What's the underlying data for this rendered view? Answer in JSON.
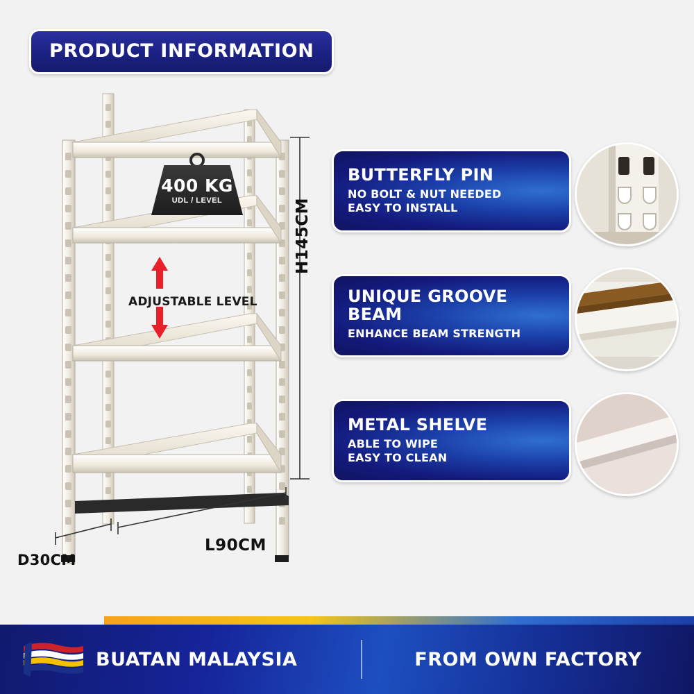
{
  "header": {
    "title": "PRODUCT INFORMATION"
  },
  "product_image": {
    "weight_tag": {
      "value": "400 KG",
      "sub": "UDL / LEVEL",
      "icon": "weight-hook-icon"
    },
    "adjustable_label": "ADJUSTABLE LEVEL",
    "dimensions": {
      "height": "H145CM",
      "length": "L90CM",
      "depth": "D30CM"
    }
  },
  "features": [
    {
      "title": "BUTTERFLY PIN",
      "sub_lines": [
        "NO BOLT & NUT NEEDED",
        "EASY TO INSTALL"
      ],
      "photo": "butterfly-pin-photo"
    },
    {
      "title": "UNIQUE GROOVE BEAM",
      "sub_lines": [
        "ENHANCE BEAM STRENGTH"
      ],
      "photo": "groove-beam-photo"
    },
    {
      "title": "METAL SHELVE",
      "sub_lines": [
        "ABLE TO WIPE",
        "EASY TO CLEAN"
      ],
      "photo": "metal-shelve-photo"
    }
  ],
  "footer": {
    "left_text": "BUATAN MALAYSIA",
    "right_text": "FROM OWN  FACTORY",
    "flag_icon": "malaysia-flag-icon"
  },
  "colors": {
    "background": "#f2f2f2",
    "badge_blue": "#1b2182",
    "panel_blue": "#1b3fa8",
    "accent_orange": "#f7a21b",
    "accent_yellow": "#f5c518",
    "white": "#ffffff",
    "arrow_red": "#e8202a",
    "shelf_cream": "#efe9dc"
  }
}
